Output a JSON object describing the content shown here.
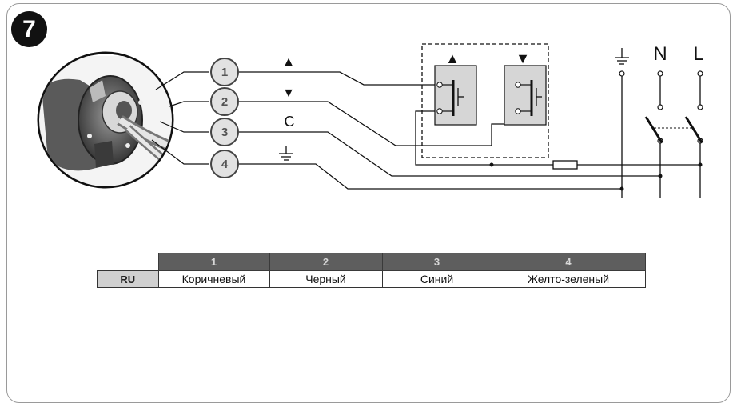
{
  "figure": {
    "number": "7",
    "supply_labels": {
      "neutral": "N",
      "line": "L"
    },
    "wire_markers": [
      "▲",
      "▼",
      "C"
    ],
    "switch_markers": [
      "▲",
      "▼"
    ]
  },
  "wires": [
    {
      "num": "1"
    },
    {
      "num": "2"
    },
    {
      "num": "3"
    },
    {
      "num": "4"
    }
  ],
  "table": {
    "headers": [
      "1",
      "2",
      "3",
      "4"
    ],
    "rows": [
      {
        "lang": "RU",
        "cells": [
          "Коричневый",
          "Черный",
          "Синий",
          "Желто-зеленый"
        ]
      }
    ]
  }
}
